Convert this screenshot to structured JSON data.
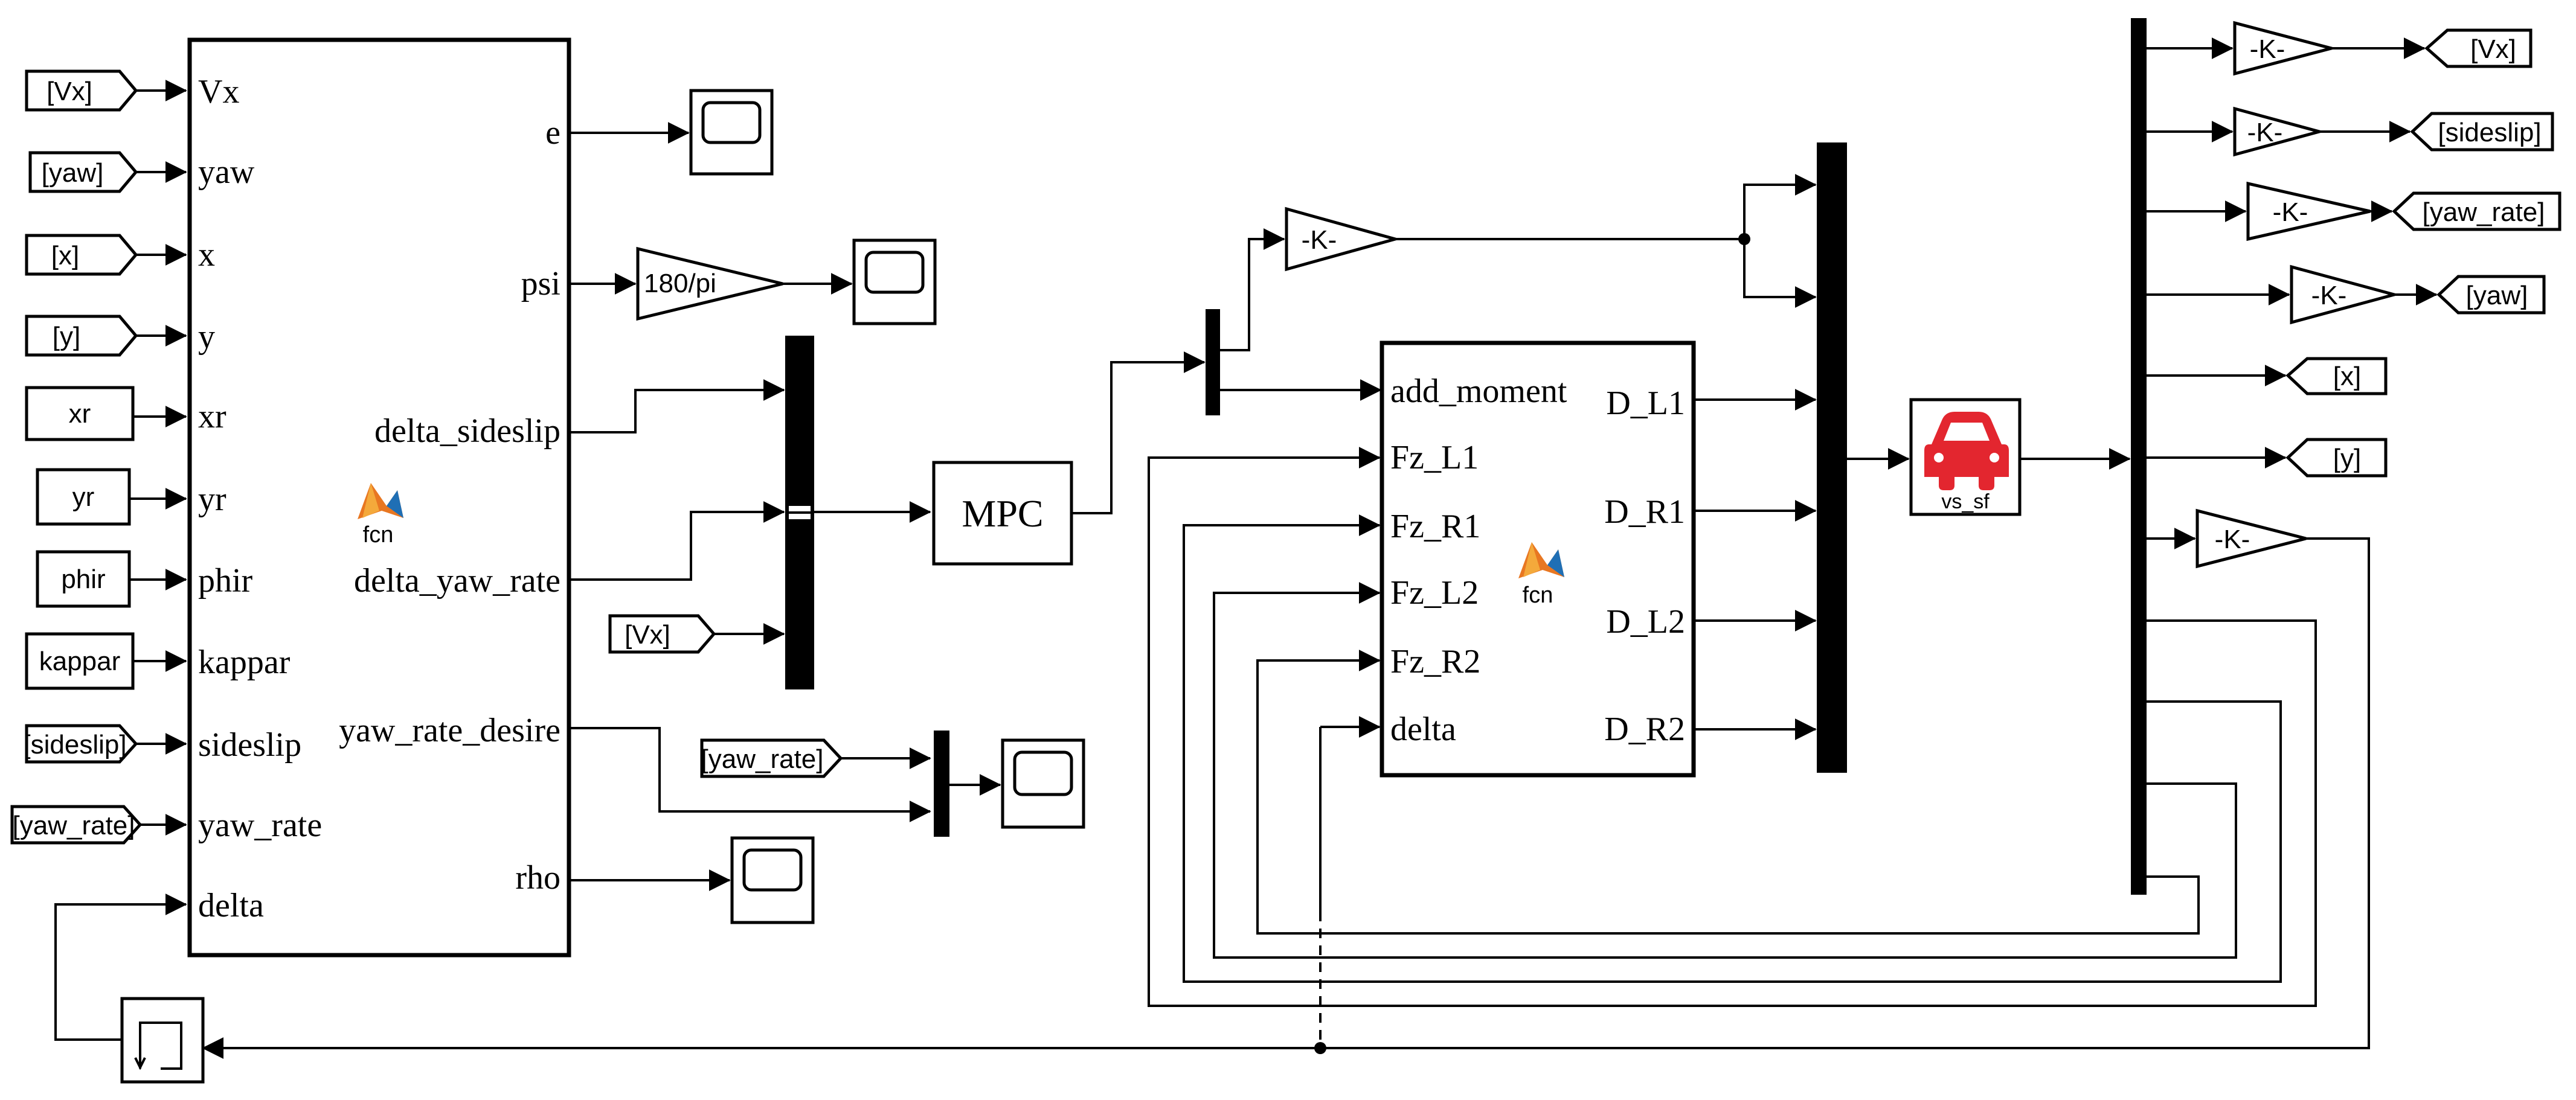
{
  "mpc_function_block": {
    "icon_name": "matlab-function-icon",
    "name": "fcn",
    "inputs": [
      "Vx",
      "yaw",
      "x",
      "y",
      "xr",
      "yr",
      "phir",
      "kappar",
      "sideslip",
      "yaw_rate",
      "delta"
    ],
    "outputs": [
      "e",
      "psi",
      "delta_sideslip",
      "delta_yaw_rate",
      "yaw_rate_desire",
      "rho"
    ]
  },
  "left_sources": {
    "from_tags": [
      "[Vx]",
      "[yaw]",
      "[x]",
      "[y]"
    ],
    "constants": [
      "xr",
      "yr",
      "phir",
      "kappar"
    ],
    "from_tags_lower": [
      "[sideslip]",
      "[yaw_rate]"
    ]
  },
  "gain_180_pi": "180/pi",
  "from_vx_mid": "[Vx]",
  "from_yaw_rate_mid": "[yaw_rate]",
  "mpc_block_label": "MPC",
  "gain_k_label": "-K-",
  "moment_function_block": {
    "icon_name": "matlab-function-icon",
    "name": "fcn",
    "inputs": [
      "add_moment",
      "Fz_L1",
      "Fz_R1",
      "Fz_L2",
      "Fz_R2",
      "delta"
    ],
    "outputs": [
      "D_L1",
      "D_R1",
      "D_L2",
      "D_R2"
    ]
  },
  "vehicle_block": {
    "icon_name": "car-icon",
    "label": "vs_sf",
    "color": "#e3262f"
  },
  "right_outputs": {
    "goto_tags": [
      "[Vx]",
      "[sideslip]",
      "[yaw_rate]",
      "[yaw]",
      "[x]",
      "[y]"
    ],
    "gain_labels": [
      "-K-",
      "-K-",
      "-K-",
      "-K-",
      "-K-"
    ]
  },
  "colors": {
    "line": "#000000",
    "background": "#ffffff",
    "vehicle_red": "#e3262f"
  }
}
